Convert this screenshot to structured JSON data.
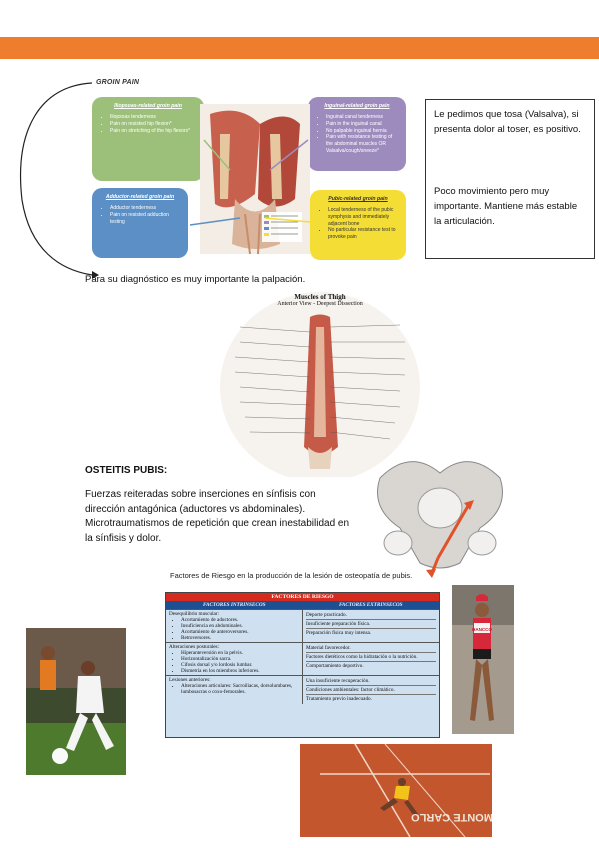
{
  "header": {
    "bar_color": "#ef7d2e"
  },
  "groin_diagram": {
    "title": "GROIN PAIN",
    "iliopsoas": {
      "title": "Iliopsoas-related groin pain",
      "items": [
        "Iliopsoas tenderness",
        "Pain on resisted hip flexion*",
        "Pain on stretching of the hip flexors*"
      ]
    },
    "inguinal": {
      "title": "Inguinal-related groin pain",
      "items": [
        "Inguinal canal tenderness",
        "Pain in the inguinal canal",
        "No palpable inguinal hernia",
        "Pain with resistance testing of the abdominal muscles OR Valsalva/cough/sneeze*"
      ]
    },
    "adductor": {
      "title": "Adductor-related groin pain",
      "items": [
        "Adductor tenderness",
        "Pain on resisted adduction testing"
      ]
    },
    "pubic": {
      "title": "Pubic-related groin pain",
      "items": [
        "Local tenderness of the pubic symphysis and immediately adjacent bone",
        "No particular resistance test to provoke pain"
      ]
    }
  },
  "notes": {
    "note1": "Le pedimos que tosa (Valsalva), si presenta dolor al toser, es positivo.",
    "note2": "Poco movimiento pero muy importante. Mantiene más estable la articulación."
  },
  "diagnosis_text": "Para su diagnóstico es muy importante la palpación.",
  "thigh_figure": {
    "title": "Muscles of Thigh",
    "subtitle": "Anterior View - Deepest Dissection"
  },
  "osteitis": {
    "title": "OSTEITIS PUBIS:",
    "body": "Fuerzas reiteradas sobre inserciones en sínfisis con dirección antagónica (aductores vs abdominales). Microtraumatismos de repetición que crean inestabilidad en la sínfisis y dolor."
  },
  "factors_caption": "Factores de Riesgo en la producción de la lesión de osteopatía de pubis.",
  "risk_table": {
    "title": "FACTORES DE RIESGO",
    "col_intrinsic": "FACTORES INTRINSECOS",
    "col_extrinsic": "FACTORES EXTRINSECOS",
    "rows": [
      {
        "left_title": "Desequilibrio muscular:",
        "left_items": [
          "Acortamiento de aductores.",
          "Insuficiencia en abdominales.",
          "Acortamiento de anteroversores.",
          "Retroversores."
        ],
        "right_items": [
          "Deporte practicado.",
          "Insuficiente preparación física.",
          "Preparación física muy intensa."
        ]
      },
      {
        "left_title": "Alteraciones posturales:",
        "left_items": [
          "Hiperanteversión en la pelvis.",
          "Horizontalización sacra.",
          "Cifosis dorsal y/o lordosis lumbar.",
          "Dismetría en los miembros inferiores."
        ],
        "right_items": [
          "Material favorecedor.",
          "Factores dietéticos como la hidratación o la nutrición.",
          "Comportamiento deportivo."
        ]
      },
      {
        "left_title": "Lesiones anteriores:",
        "left_items": [
          "Alteraciones articulares: Sacroiliacas, dorsolumbares, lumbosacras o coxo-femorales."
        ],
        "right_items": [
          "Una insuficiente recuperación.",
          "Condiciones ambientales: factor climático.",
          "Tratamiento previo inadecuado."
        ]
      }
    ]
  },
  "photos": {
    "runner_bib": "HANCCO",
    "tennis_court_text": "MONTE CARLO"
  }
}
